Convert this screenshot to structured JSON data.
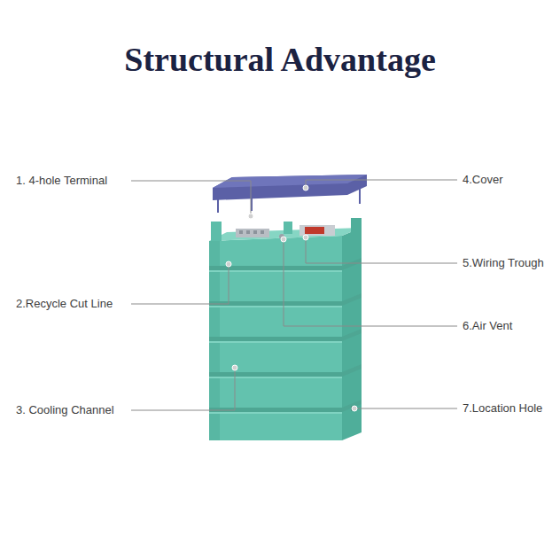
{
  "diagram": {
    "title": "Structural Advantage",
    "labels": [
      "1. 4-hole Terminal",
      "2.Recycle Cut Line",
      "3. Cooling Channel",
      "4.Cover",
      "5.Wiring Trough",
      "6.Air Vent",
      "7.Location Hole"
    ]
  }
}
